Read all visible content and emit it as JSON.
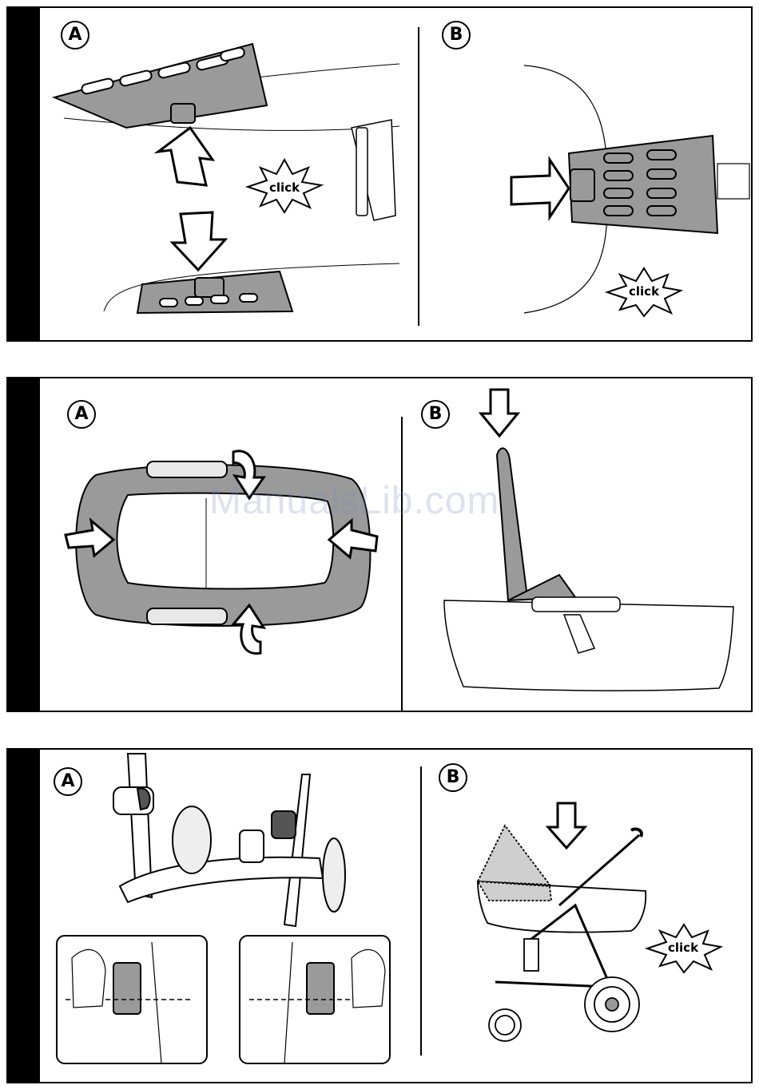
{
  "steps": {
    "panel1": {
      "left_label": "A",
      "right_label": "B",
      "click_a": "click",
      "click_b": "click"
    },
    "panel2": {
      "left_label": "A",
      "right_label": "B"
    },
    "panel3": {
      "left_label": "A",
      "right_label": "B",
      "click_b": "click"
    }
  },
  "watermark": "ManualsLib.com",
  "colors": {
    "ink": "#000000",
    "fill_gray": "#9a9a9a",
    "light_gray": "#cfcfcf",
    "accent_watermark": "#788cc8"
  }
}
